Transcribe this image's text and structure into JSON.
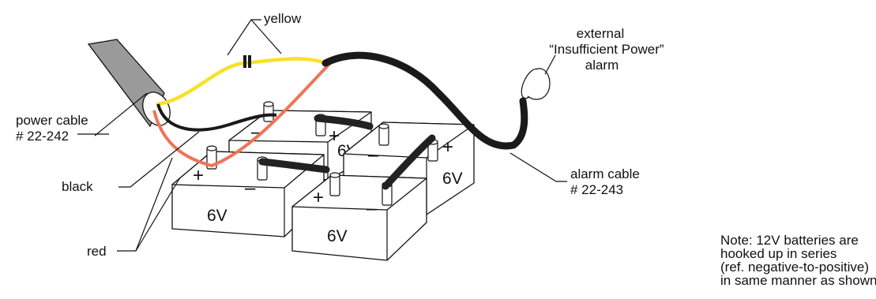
{
  "labels": {
    "yellow": "yellow",
    "external_line1": "external",
    "external_line2": "“Insufficient Power”",
    "external_line3": "alarm",
    "power_cable_line1": "power cable",
    "power_cable_line2": "# 22-242",
    "black": "black",
    "red": "red",
    "alarm_cable_line1": "alarm cable",
    "alarm_cable_line2": "# 22-243"
  },
  "batteries": {
    "front_left": {
      "voltage": "6V",
      "plus": "+",
      "minus": "–"
    },
    "front_right": {
      "voltage": "6V",
      "plus": "+",
      "minus": "–"
    },
    "back_left": {
      "voltage": "6V",
      "plus": "+",
      "minus": "–"
    },
    "back_right": {
      "voltage": "6V",
      "plus": "+",
      "minus": "–"
    }
  },
  "note": {
    "line1": "Note: 12V batteries are",
    "line2": "hooked up in series",
    "line3": "(ref. negative-to-positive)",
    "line4": "in same manner as shown."
  },
  "colors": {
    "yellow_wire": "#f7e12a",
    "red_wire": "#ef7457",
    "black_wire": "#1a1a1a",
    "cable_gray": "#9a9a9a"
  }
}
